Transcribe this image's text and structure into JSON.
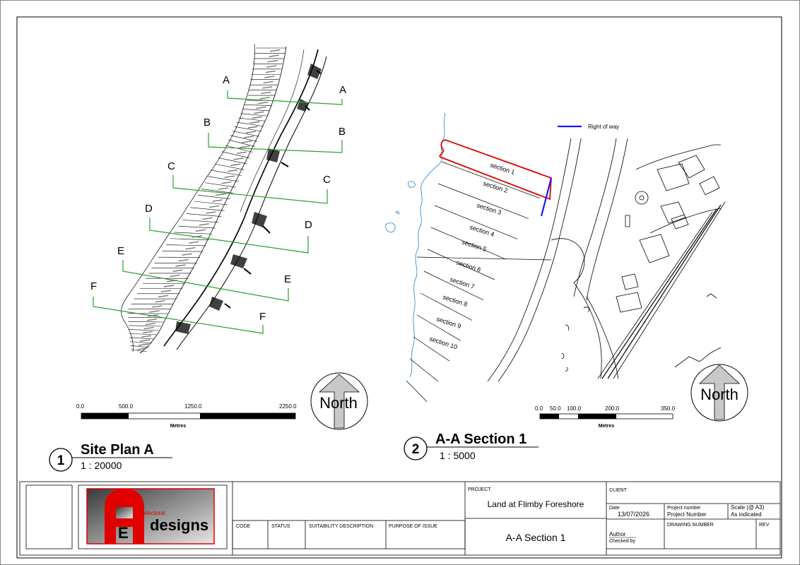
{
  "views": {
    "site_plan": {
      "number": "1",
      "title": "Site Plan A",
      "scale": "1 : 20000",
      "section_markers": [
        "A",
        "B",
        "C",
        "D",
        "E",
        "F"
      ],
      "scalebar": {
        "ticks": [
          "0.0",
          "500.0",
          "1250.0",
          "2250.0"
        ],
        "units": "Metres"
      },
      "north_label": "North"
    },
    "section_view": {
      "number": "2",
      "title": "A-A Section 1",
      "scale": "1 : 5000",
      "legend": {
        "label": "Right of way",
        "color": "#1a1aff"
      },
      "sections": [
        "section 1",
        "section 2",
        "section 3",
        "section 4",
        "section 5",
        "section 6",
        "section 7",
        "section 8",
        "section 9",
        "section 10"
      ],
      "highlight_color": "#e00000",
      "scalebar": {
        "ticks": [
          "0.0",
          "50.0",
          "100.0",
          "200.0",
          "350.0"
        ],
        "units": "Metres"
      },
      "north_label": "North"
    }
  },
  "colors": {
    "section_lines": "#2aa02a",
    "linework": "#000000",
    "coast": "#3a8fd0"
  },
  "title_block": {
    "logo": {
      "small_text": "architectural",
      "letter_a": "A",
      "letter_e": "E",
      "word": "designs"
    },
    "columns": {
      "code": "CODE",
      "status": "STATUS",
      "suitability": "SUITABILITY DESCRIPTION",
      "purpose": "PURPOSE OF ISSUE"
    },
    "project_label": "PROJECT",
    "project_name": "Land at Flimby Foreshore",
    "sheet_name": "A-A Section 1",
    "client_label": "CLIENT",
    "date_label": "Date",
    "date": "13/07/2026",
    "project_number_label": "Project number",
    "project_number": "Project Number",
    "scale_label": "Scale (@ A3)",
    "scale_value": "As indicated",
    "author": "Author",
    "checked_by": "Checked by",
    "drawing_number": "DRAWING NUMBER",
    "rev": "REV"
  }
}
